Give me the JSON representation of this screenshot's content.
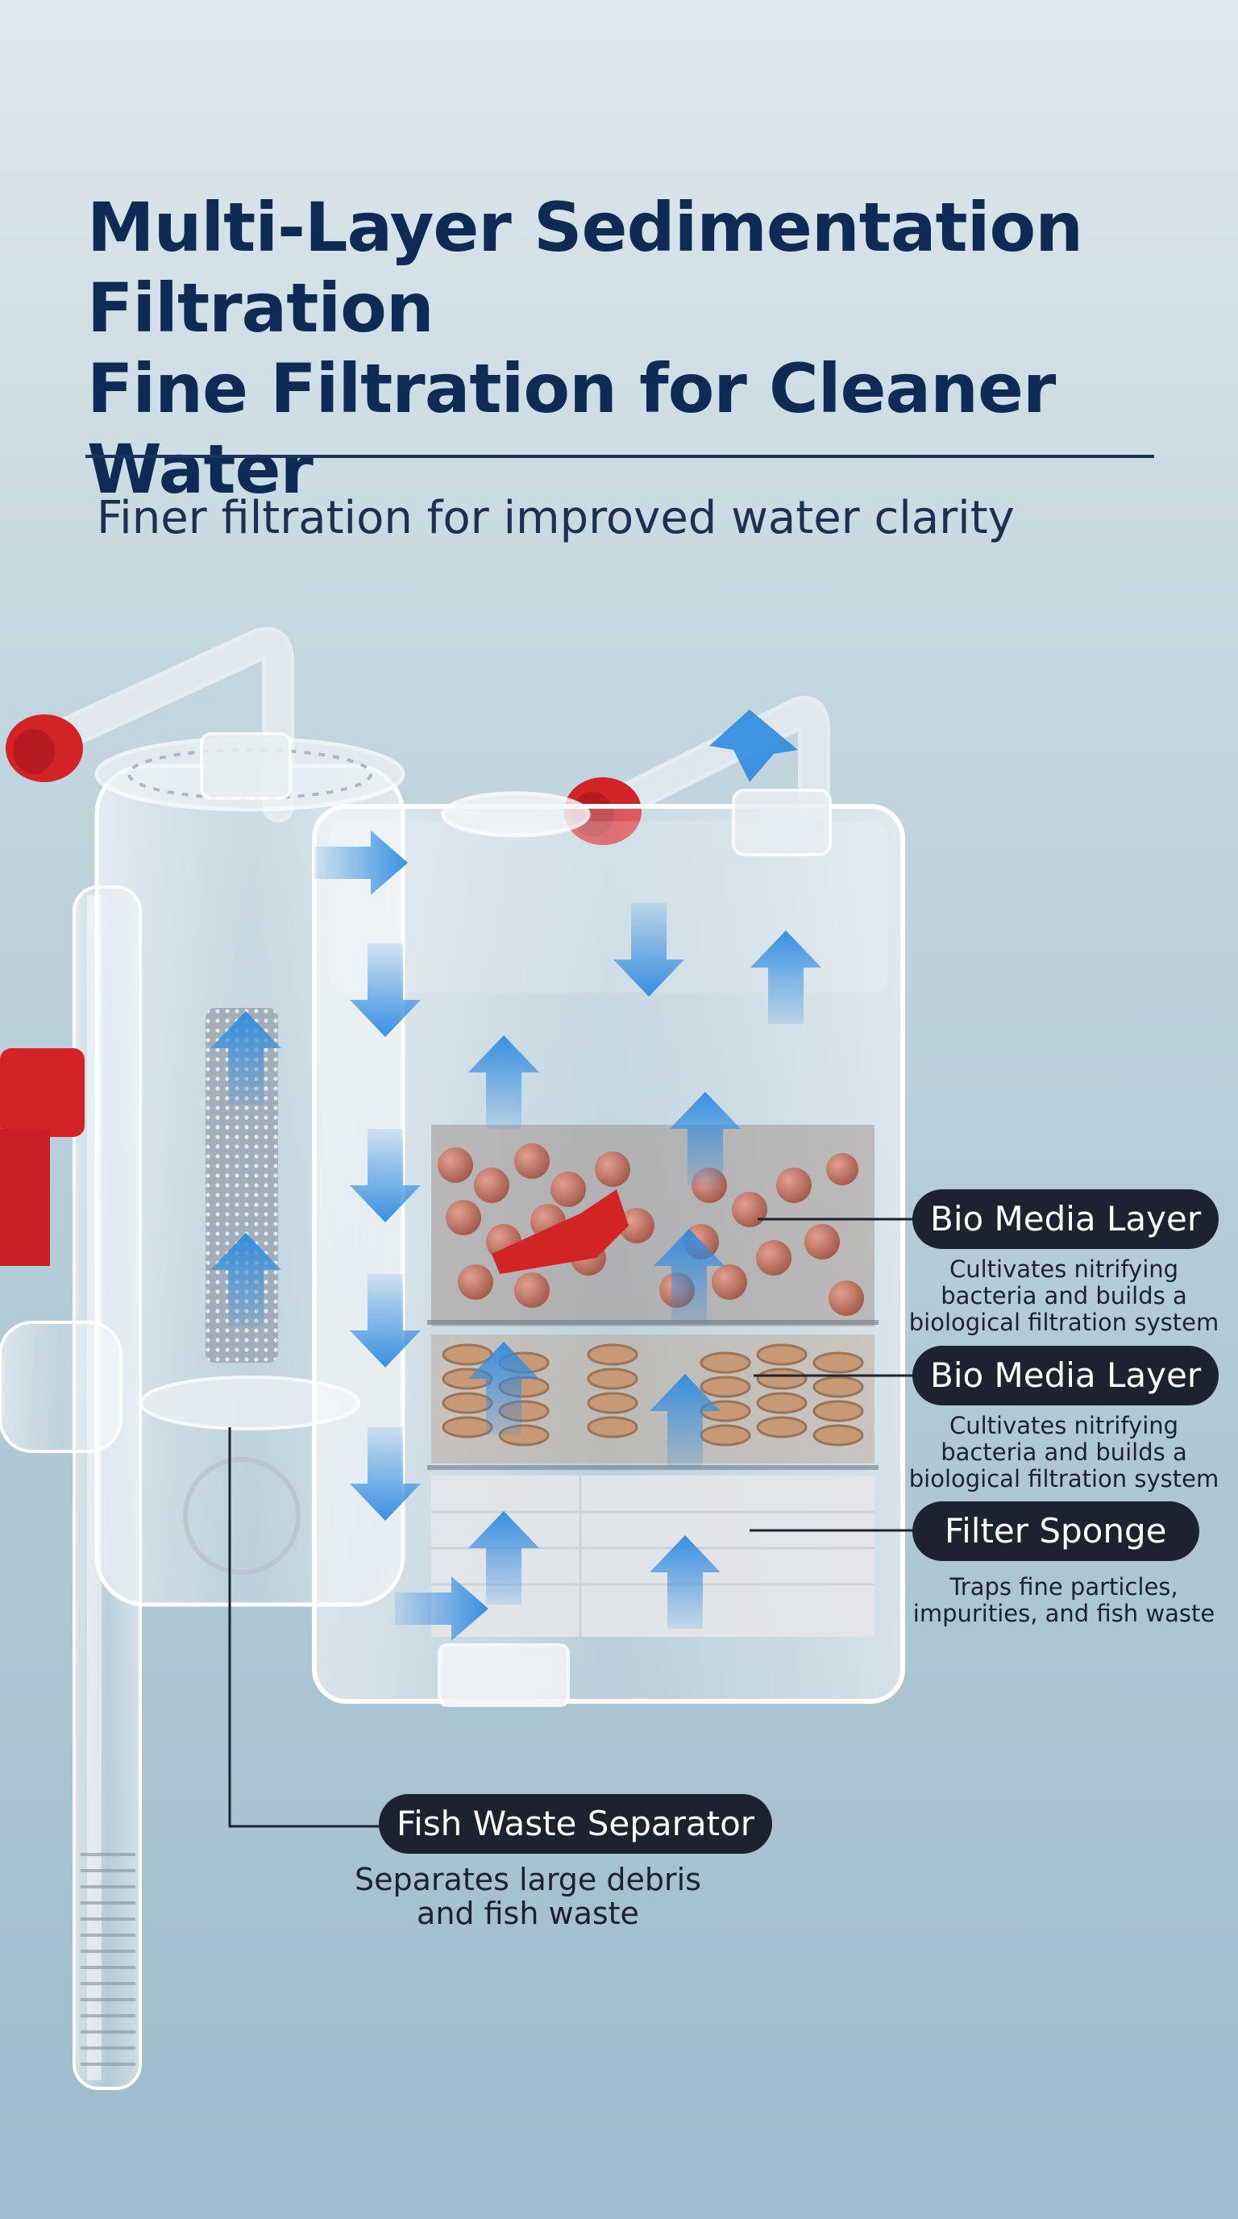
{
  "header": {
    "title_lines": [
      "Multi-Layer Sedimentation",
      "Filtration",
      "Fine Filtration for Cleaner Water"
    ],
    "subtitle": "Finer filtration for improved water clarity"
  },
  "callouts": [
    {
      "label": "Bio Media Layer",
      "desc_lines": [
        "Cultivates nitrifying",
        "bacteria and builds a",
        "biological filtration system"
      ]
    },
    {
      "label": "Bio Media Layer",
      "desc_lines": [
        "Cultivates nitrifying",
        "bacteria and builds a",
        "biological filtration system"
      ]
    },
    {
      "label": "Filter Sponge",
      "desc_lines": [
        "Traps fine particles,",
        "impurities, and fish waste"
      ]
    },
    {
      "label": "Fish Waste Separator",
      "desc_lines": [
        "Separates large debris",
        "and fish waste"
      ]
    }
  ],
  "colors": {
    "title": "#0f2b55",
    "pill_bg": "#1d2230",
    "arrow": "#2f8be0",
    "cap_red": "#d42327",
    "ceramic_ball": "#b56a58",
    "ceramic_ring": "#c69a76",
    "sponge": "#e4e6e9"
  },
  "icons": [
    "flow-arrow-icon",
    "red-valve-icon"
  ]
}
